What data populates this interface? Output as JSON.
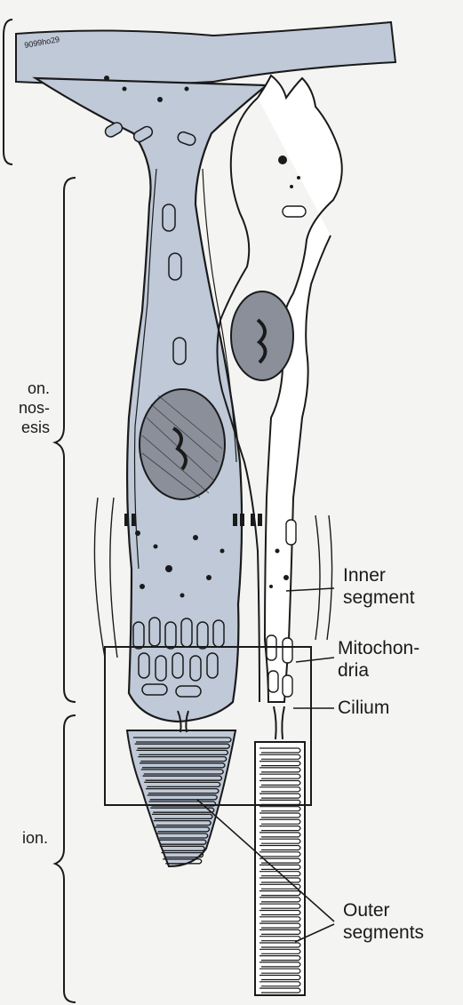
{
  "labels": {
    "inner_segment": [
      "Inner",
      "segment"
    ],
    "mitochondria": [
      "Mitochon-",
      "dria"
    ],
    "cilium": "Cilium",
    "outer_segments": [
      "Outer",
      "segments"
    ],
    "left_top": [
      "on.",
      "nos-",
      "esis"
    ],
    "left_bottom": "ion.",
    "stamp": "9099ho29"
  },
  "colors": {
    "cone_fill": "#bfc9d8",
    "rod_fill": "#ffffff",
    "ink": "#1a1a1a",
    "background": "#f4f4f2"
  }
}
